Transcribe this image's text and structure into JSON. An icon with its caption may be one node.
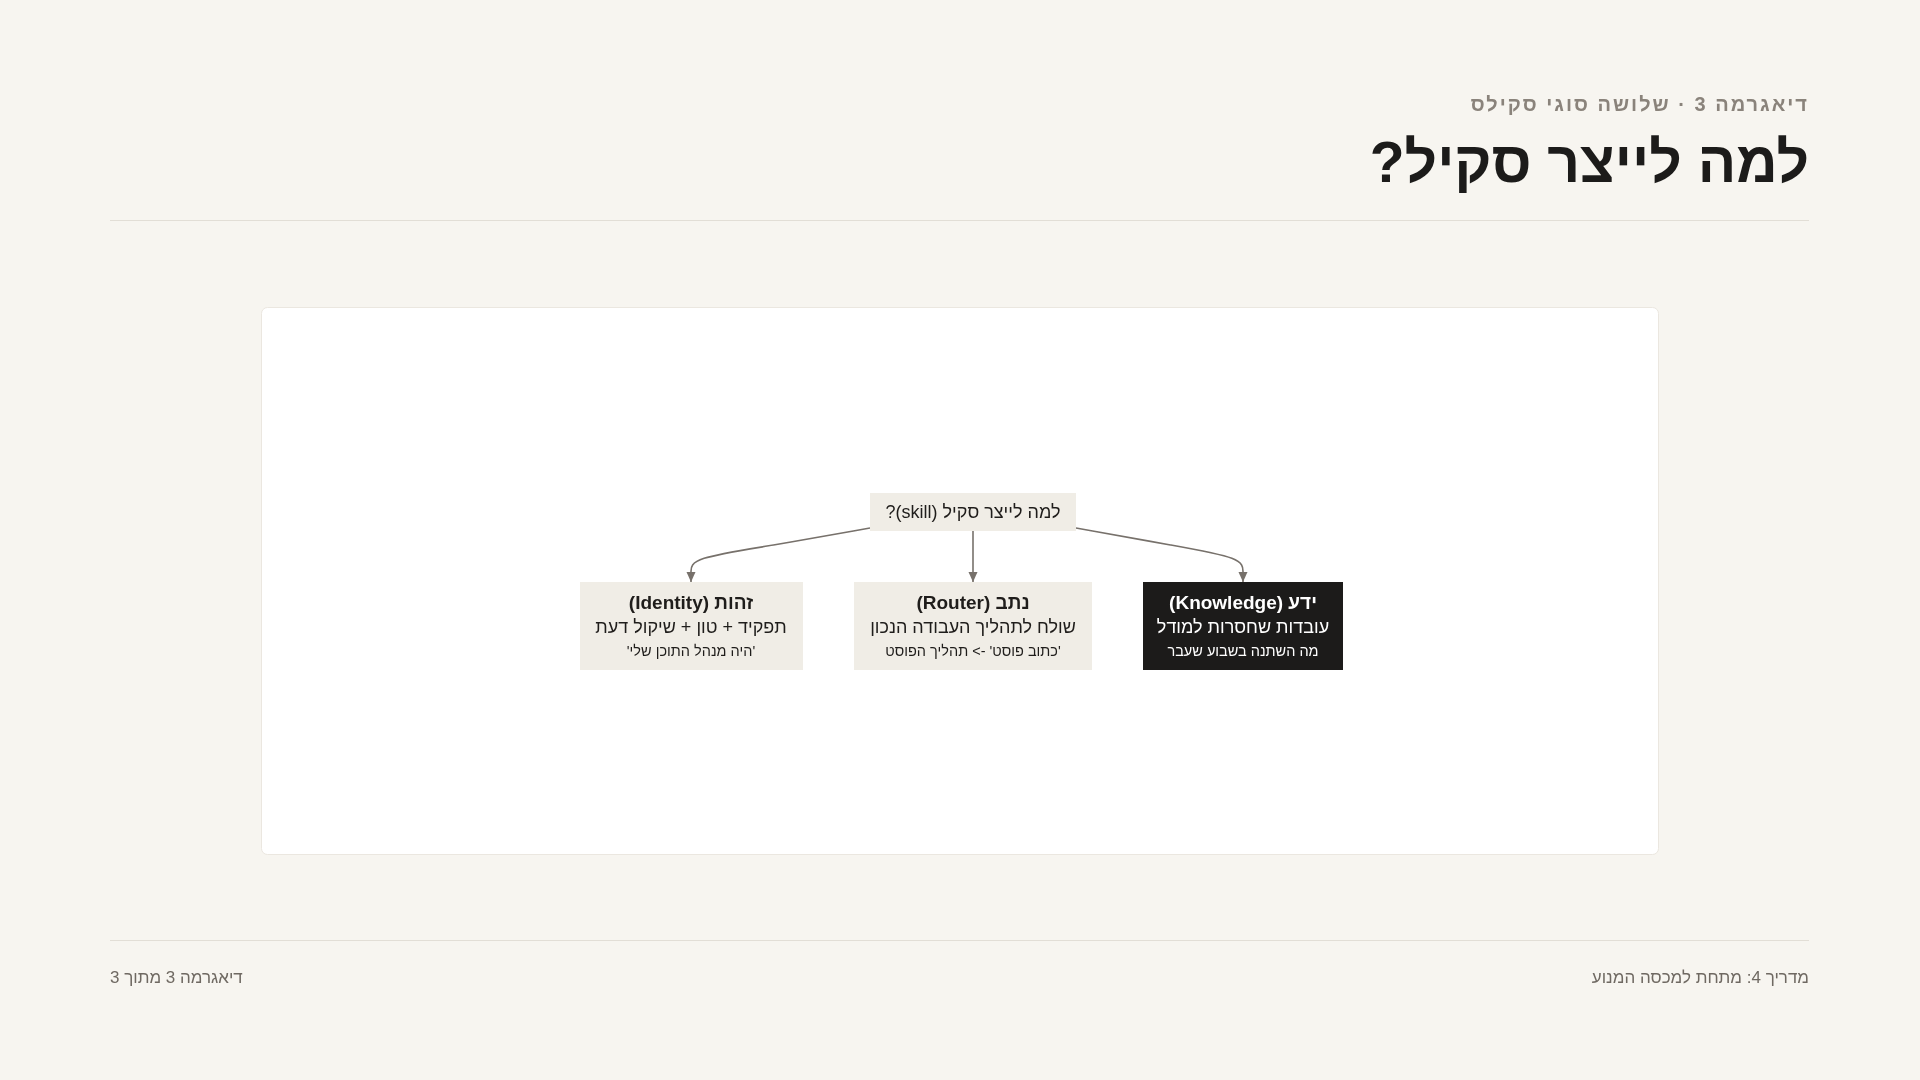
{
  "diagram": {
    "title": "למה לייצר סקיל?",
    "nodes": [
      {
        "text": [
          "למה לייצר סקיל (skill)?"
        ]
      },
      {
        "text": [
          "ידע (Knowledge)",
          "עובדות שחסרות למודל",
          "מה השתנה בשבוע שעבר"
        ]
      },
      {
        "text": [
          "נתב (Router)",
          "שולח לתהליך העבודה הנכון",
          "'כתוב פוסט' -> תהליך הפוסט"
        ]
      },
      {
        "text": [
          "זהות (Identity)",
          "תפקיד + טון + שיקול דעת",
          "'היה מנהל התוכן שלי'"
        ]
      }
    ],
    "edges": [
      {
        "from": 0,
        "to": 1,
        "arrow": "to"
      },
      {
        "from": 0,
        "to": 2,
        "arrow": "to"
      },
      {
        "from": 0,
        "to": 3,
        "arrow": "to"
      }
    ],
    "labels": [
      "דיאגרמה 3 · שלושה סוגי סקילס",
      "מדריך 4: מתחת למכסה המנוע",
      "דיאגרמה 3 מתוך 3"
    ]
  }
}
